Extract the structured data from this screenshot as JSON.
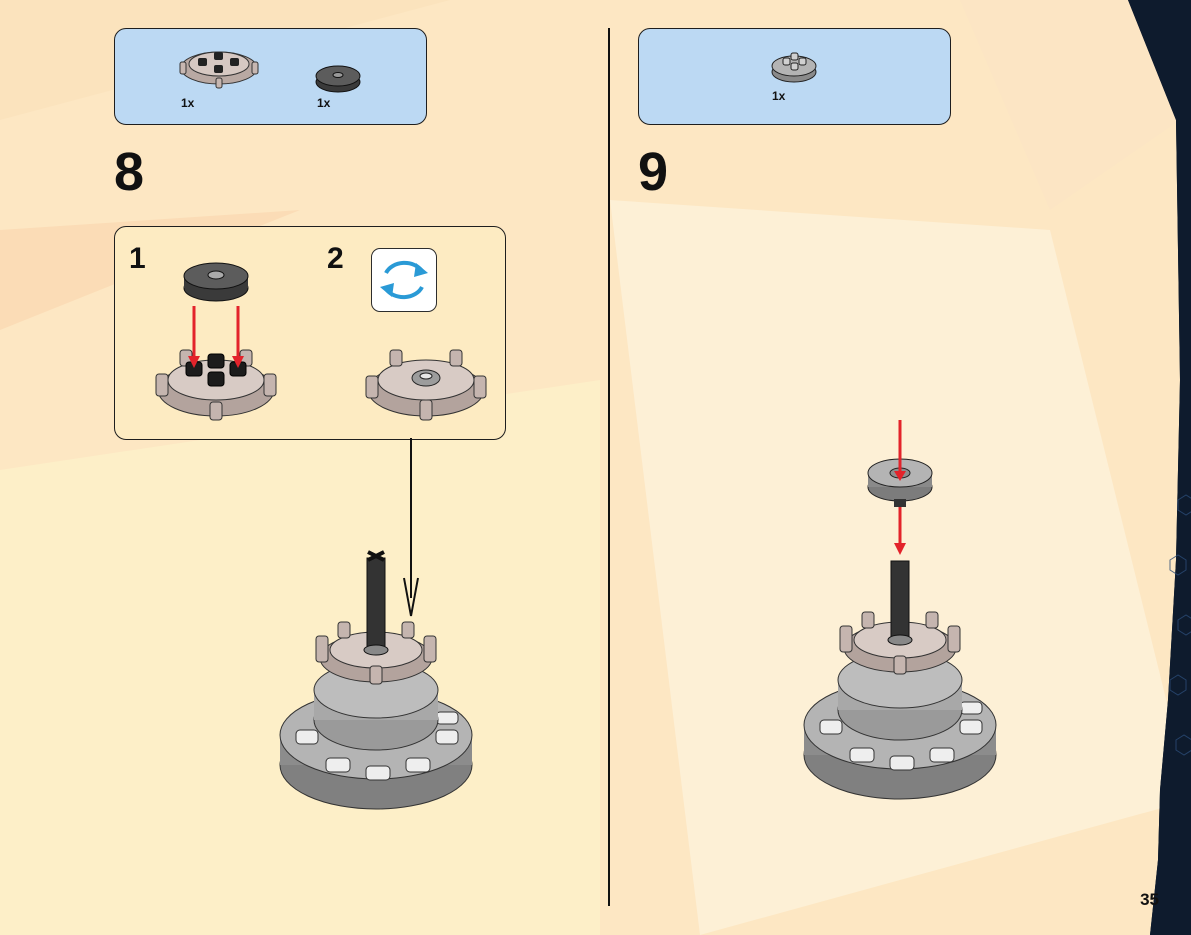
{
  "page": {
    "number": "35"
  },
  "steps": [
    {
      "number": "8",
      "parts": [
        {
          "icon": "gear-hub-plate-icon",
          "qty": "1x"
        },
        {
          "icon": "round-tile-icon",
          "qty": "1x"
        }
      ],
      "substeps": [
        {
          "number": "1"
        },
        {
          "number": "2",
          "icon": "rotate-icon"
        }
      ]
    },
    {
      "number": "9",
      "parts": [
        {
          "icon": "round-plate-icon",
          "qty": "1x"
        }
      ]
    }
  ],
  "colors": {
    "background": "#fde7c3",
    "parts_box": "#bcd9f3",
    "arrow": "#e3232b",
    "rotate_icon": "#2a9ad6",
    "dark_panel": "#0e1b2d"
  }
}
